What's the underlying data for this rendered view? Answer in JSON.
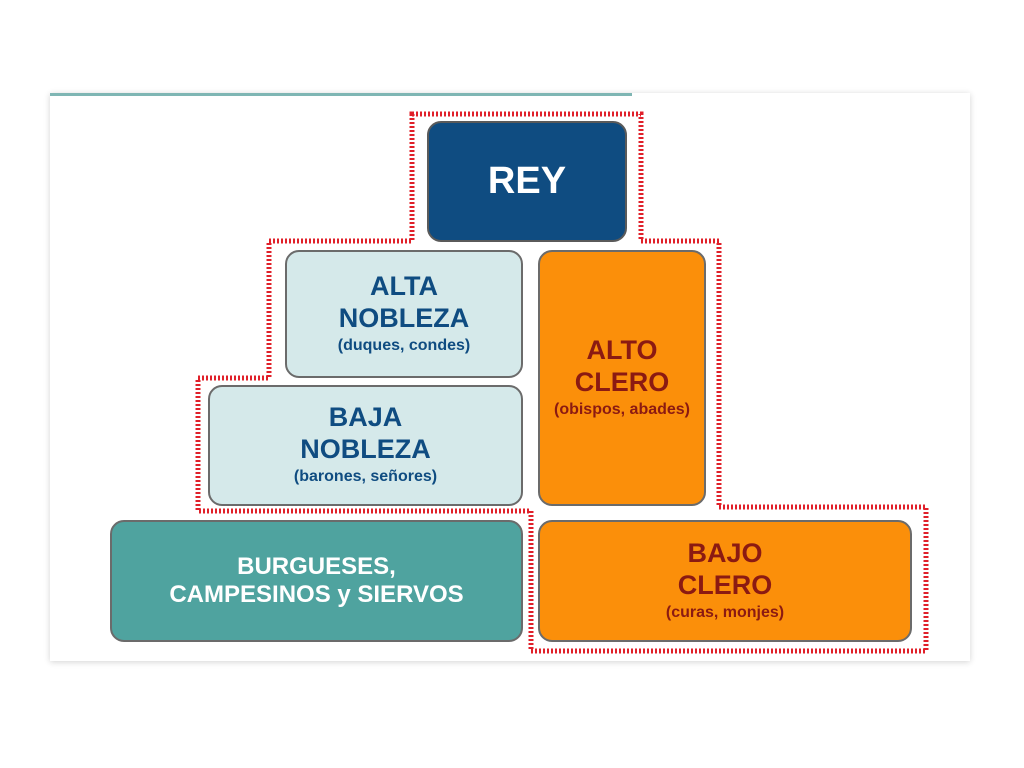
{
  "colors": {
    "rey": "#0f4c81",
    "nobleza": "#d5e9ea",
    "nobleza_text": "#0f4c81",
    "clero": "#fb8f0a",
    "clero_text": "#8b1a12",
    "pueblo": "#4fa39f",
    "outline": "#e0202a"
  },
  "pyramid": {
    "rey": {
      "title": "REY"
    },
    "alta_nobleza": {
      "line1": "ALTA",
      "line2": "NOBLEZA",
      "sub": "(duques, condes)"
    },
    "baja_nobleza": {
      "line1": "BAJA",
      "line2": "NOBLEZA",
      "sub": "(barones, señores)"
    },
    "alto_clero": {
      "line1": "ALTO",
      "line2": "CLERO",
      "sub": "(obispos, abades)"
    },
    "bajo_clero": {
      "line1": "BAJO",
      "line2": "CLERO",
      "sub": "(curas, monjes)"
    },
    "pueblo": {
      "line1": "BURGUESES,",
      "line2": "CAMPESINOS y SIERVOS"
    }
  }
}
